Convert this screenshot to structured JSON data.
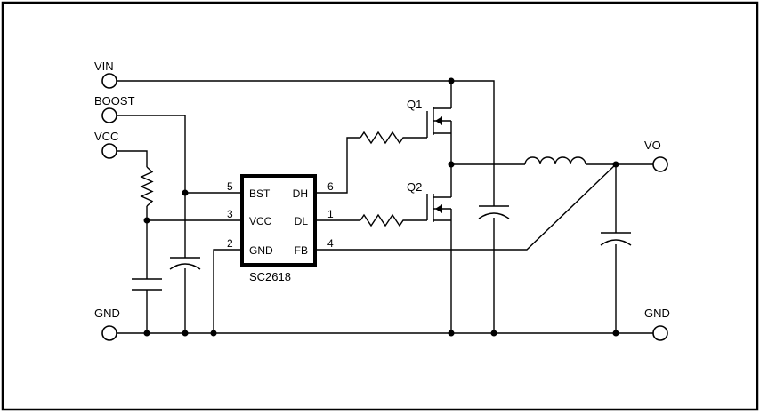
{
  "colors": {
    "ink": "#000000",
    "background": "#ffffff"
  },
  "ports": {
    "vin": "VIN",
    "boost": "BOOST",
    "vcc": "VCC",
    "gnd_left": "GND",
    "vo": "VO",
    "gnd_right": "GND"
  },
  "ic": {
    "name": "SC2618",
    "pins": {
      "bst": {
        "label": "BST",
        "number": "5"
      },
      "vcc": {
        "label": "VCC",
        "number": "3"
      },
      "gnd": {
        "label": "GND",
        "number": "2"
      },
      "dh": {
        "label": "DH",
        "number": "6"
      },
      "dl": {
        "label": "DL",
        "number": "1"
      },
      "fb": {
        "label": "FB",
        "number": "4"
      }
    }
  },
  "transistors": {
    "q1": "Q1",
    "q2": "Q2"
  }
}
